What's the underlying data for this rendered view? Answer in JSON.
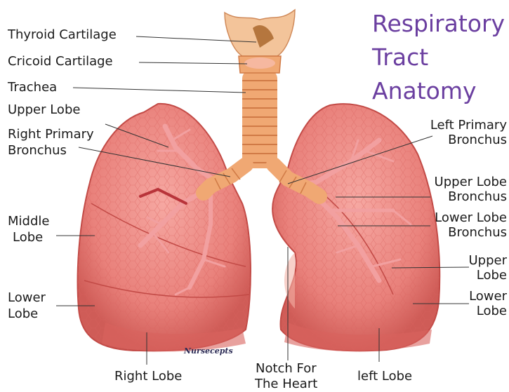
{
  "title": {
    "line1": "Respiratory",
    "line2": "Tract",
    "line3": "Anatomy"
  },
  "colors": {
    "title": "#6b3fa0",
    "lung": "#e87d78",
    "lung_dark": "#c9544f",
    "trachea": "#f0a873",
    "bronchus_tree": "#f2a0a0"
  },
  "labels_left": {
    "thyroid": "Thyroid Cartilage",
    "cricoid": "Cricoid Cartilage",
    "trachea": "Trachea",
    "upper_lobe": "Upper Lobe",
    "right_primary_1": "Right Primary",
    "right_primary_2": "Bronchus",
    "middle_1": "Middle",
    "middle_2": "Lobe",
    "lower_1": "Lower",
    "lower_2": "Lobe"
  },
  "labels_right": {
    "left_primary_1": "Left Primary",
    "left_primary_2": "Bronchus",
    "upper_lobe_bronchus_1": "Upper Lobe",
    "upper_lobe_bronchus_2": "Bronchus",
    "lower_lobe_bronchus_1": "Lower Lobe",
    "lower_lobe_bronchus_2": "Bronchus",
    "upper_1": "Upper",
    "upper_2": "Lobe",
    "lower_1": "Lower",
    "lower_2": "Lobe"
  },
  "labels_bottom": {
    "right_lobe": "Right Lobe",
    "notch_1": "Notch For",
    "notch_2": "The Heart",
    "left_lobe": "left Lobe"
  },
  "logo": "Nursecepts"
}
